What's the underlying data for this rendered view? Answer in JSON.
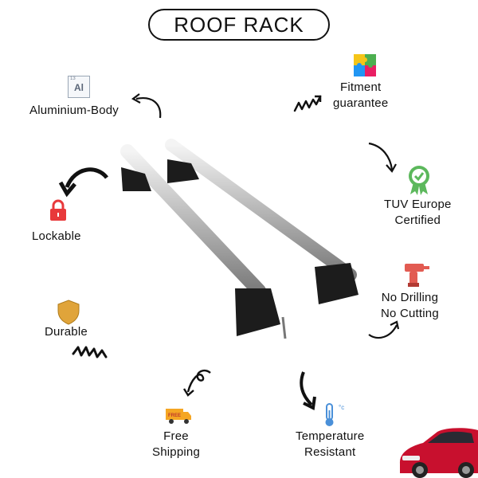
{
  "title": "ROOF RACK",
  "features": {
    "aluminium": {
      "label": "Aluminium-Body",
      "icon": "aluminium-element-icon",
      "icon_text": "Al",
      "icon_number": "13"
    },
    "fitment": {
      "line1": "Fitment",
      "line2": "guarantee",
      "icon": "puzzle-icon"
    },
    "lockable": {
      "label": "Lockable",
      "icon": "padlock-icon"
    },
    "tuv": {
      "line1": "TUV Europe",
      "line2": "Certified",
      "icon": "certified-badge-icon"
    },
    "drilling": {
      "line1": "No Drilling",
      "line2": "No Cutting",
      "icon": "drill-icon"
    },
    "durable": {
      "label": "Durable",
      "icon": "shield-icon"
    },
    "shipping": {
      "line1": "Free",
      "line2": "Shipping",
      "icon": "delivery-truck-icon",
      "icon_text": "FREE"
    },
    "temperature": {
      "line1": "Temperature",
      "line2": "Resistant",
      "icon": "thermometer-icon",
      "icon_text": "°c"
    }
  },
  "colors": {
    "lock_red": "#e8393b",
    "shield_gold": "#e0a43a",
    "badge_green": "#5cb85c",
    "drill_red": "#e25b52",
    "truck_orange": "#f5a623",
    "thermo_blue": "#4a90d9",
    "car_red": "#c8102e"
  }
}
